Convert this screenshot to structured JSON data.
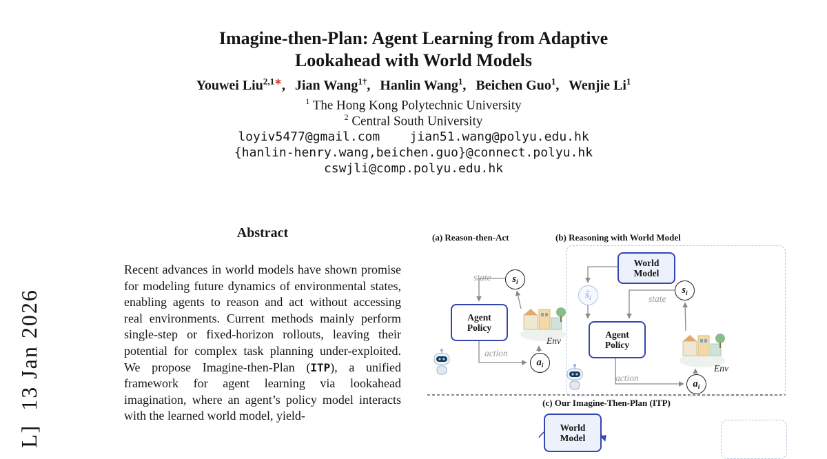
{
  "watermark": "L]  13 Jan 2026",
  "title": "Imagine-then-Plan: Agent Learning from Adaptive\nLookahead with World Models",
  "authors": [
    {
      "name": "Youwei Liu",
      "sup": "2,1",
      "star": "∗",
      "sep": ","
    },
    {
      "name": "Jian Wang",
      "sup": "1†",
      "star": "",
      "sep": ","
    },
    {
      "name": "Hanlin Wang",
      "sup": "1",
      "star": "",
      "sep": ","
    },
    {
      "name": "Beichen Guo",
      "sup": "1",
      "star": "",
      "sep": ","
    },
    {
      "name": "Wenjie Li",
      "sup": "1",
      "star": "",
      "sep": ""
    }
  ],
  "affiliations": [
    {
      "sup": "1",
      "name": "The Hong Kong Polytechnic University"
    },
    {
      "sup": "2",
      "name": "Central South University"
    }
  ],
  "emails": [
    "loyiv5477@gmail.com    jian51.wang@polyu.edu.hk",
    "{hanlin-henry.wang,beichen.guo}@connect.polyu.hk",
    "cswjli@comp.polyu.edu.hk"
  ],
  "abstract": {
    "heading": "Abstract",
    "seg1": "Recent advances in world models have shown promise for modeling future dynamics of environmental states, enabling agents to reason and act without accessing real environments. Current methods mainly perform single-step or fixed-horizon rollouts, leaving their potential for complex task planning under-exploited. We propose Imagine-then-Plan (",
    "seg2": "ITP",
    "seg3": "), a unified framework for agent learning via lookahead imagination, where an agent’s policy model interacts with the learned world model, yield-"
  },
  "figure": {
    "panel_a_title": "(a) Reason-then-Act",
    "panel_b_title": "(b) Reasoning with World Model",
    "panel_c_title": "(c) Our Imagine-Then-Plan (ITP)",
    "agent_policy": "Agent\nPolicy",
    "world_model": "World\nModel",
    "state": "state",
    "action": "action",
    "env": "Env",
    "nodes": {
      "s": "s",
      "a": "a",
      "s_hat": "ŝ",
      "sub": "i"
    }
  }
}
